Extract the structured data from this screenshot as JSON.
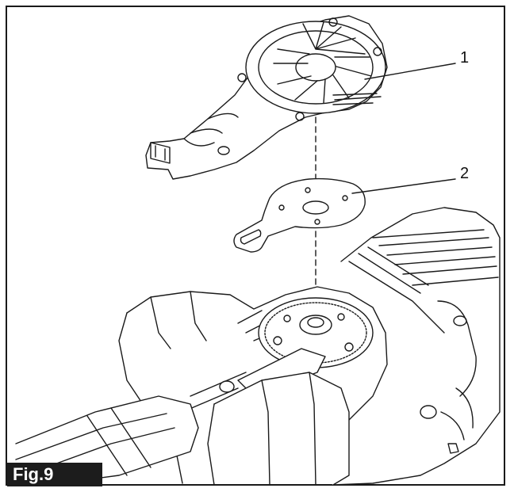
{
  "figure": {
    "label": "Fig.9",
    "callouts": [
      {
        "number": "1"
      },
      {
        "number": "2"
      }
    ]
  }
}
